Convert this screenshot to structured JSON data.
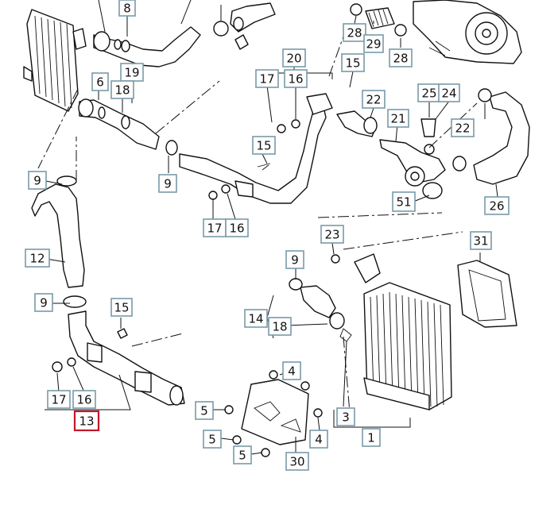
{
  "colors": {
    "callout_border": "#7a9aa8",
    "selected_border": "#c0182a",
    "line": "#111111",
    "background": "#ffffff"
  },
  "callouts": [
    {
      "id": "c8",
      "label": "8"
    },
    {
      "id": "c28a",
      "label": "28"
    },
    {
      "id": "c29",
      "label": "29"
    },
    {
      "id": "c28b",
      "label": "28"
    },
    {
      "id": "c20",
      "label": "20"
    },
    {
      "id": "c15a",
      "label": "15"
    },
    {
      "id": "c6",
      "label": "6"
    },
    {
      "id": "c19",
      "label": "19"
    },
    {
      "id": "c18a",
      "label": "18"
    },
    {
      "id": "c17a",
      "label": "17"
    },
    {
      "id": "c16a",
      "label": "16"
    },
    {
      "id": "c22a",
      "label": "22"
    },
    {
      "id": "c25",
      "label": "25"
    },
    {
      "id": "c24",
      "label": "24"
    },
    {
      "id": "c22b",
      "label": "22"
    },
    {
      "id": "c21",
      "label": "21"
    },
    {
      "id": "c15b",
      "label": "15"
    },
    {
      "id": "c9a",
      "label": "9"
    },
    {
      "id": "c9b",
      "label": "9"
    },
    {
      "id": "c51",
      "label": "51"
    },
    {
      "id": "c26",
      "label": "26"
    },
    {
      "id": "c17b",
      "label": "17"
    },
    {
      "id": "c16b",
      "label": "16"
    },
    {
      "id": "c23",
      "label": "23"
    },
    {
      "id": "c31",
      "label": "31"
    },
    {
      "id": "c12",
      "label": "12"
    },
    {
      "id": "c9c",
      "label": "9"
    },
    {
      "id": "c9d",
      "label": "9"
    },
    {
      "id": "c15c",
      "label": "15"
    },
    {
      "id": "c14",
      "label": "14"
    },
    {
      "id": "c18b",
      "label": "18"
    },
    {
      "id": "c4a",
      "label": "4"
    },
    {
      "id": "c17c",
      "label": "17"
    },
    {
      "id": "c16c",
      "label": "16"
    },
    {
      "id": "c13",
      "label": "13",
      "selected": true
    },
    {
      "id": "c5a",
      "label": "5"
    },
    {
      "id": "c3",
      "label": "3"
    },
    {
      "id": "c1",
      "label": "1"
    },
    {
      "id": "c5b",
      "label": "5"
    },
    {
      "id": "c4b",
      "label": "4"
    },
    {
      "id": "c5c",
      "label": "5"
    },
    {
      "id": "c30",
      "label": "30"
    }
  ]
}
